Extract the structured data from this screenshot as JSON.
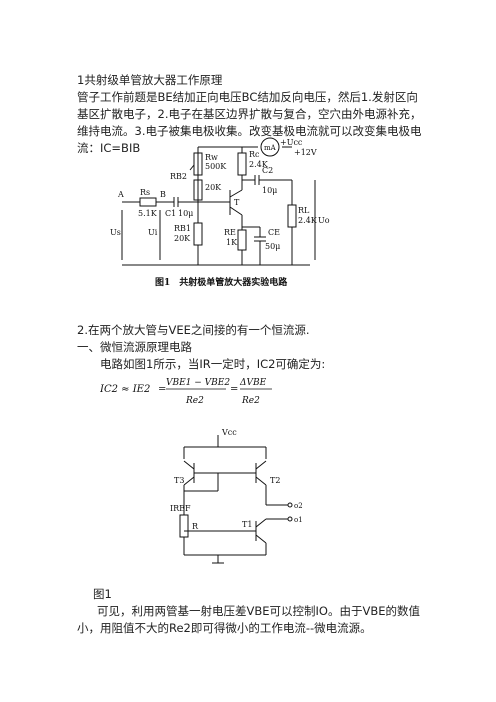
{
  "section1": {
    "title": "1共射级单管放大器工作原理",
    "body": "管子工作前题是BE结加正向电压BC结加反向电压，然后1.发射区向基区扩散电子，2.电子在基区边界扩散与复合，空穴由外电源补充，维持电流。3.电子被集电极收集。改变基极电流就可以改变集电极电流：IC=BIB"
  },
  "figure1": {
    "caption": "图1　共射极单管放大器实验电路",
    "labels": {
      "vcc": "+Ucc",
      "v12": "+12V",
      "ma": "mA",
      "rw": "Rw",
      "rw_val": "500K",
      "rb2": "RB2",
      "r20k": "20K",
      "rc": "Rc",
      "rc_val": "2.4K",
      "c2": "C2",
      "c2_val": "10μ",
      "a": "A",
      "rs": "Rs",
      "rs_val": "5.1K",
      "b": "B",
      "c1": "C1",
      "c1_val": "10μ",
      "t": "T",
      "rb1": "RB1",
      "rb1_val": "20K",
      "re": "RE",
      "re_val": "1K",
      "ce": "CE",
      "ce_val": "50μ",
      "rl": "RL",
      "rl_val": "2.4K",
      "us": "Us",
      "ui": "Ui",
      "uo": "Uo"
    }
  },
  "section2": {
    "heading": "2.在两个放大管与VEE之间接的有一个恒流源.",
    "sub": "一、微恒流源原理电路",
    "body": "电路如图1所示，当IR一定时，IC2可确定为:",
    "formula": {
      "lhs": "IC2 ≈ IE2",
      "num1": "VBE1 − VBE2",
      "den1": "Re2",
      "num2": "ΔVBE",
      "den2": "Re2"
    }
  },
  "figure2": {
    "labels": {
      "vcc": "Vcc",
      "t3": "T3",
      "t2": "T2",
      "iref": "IREF",
      "r": "R",
      "t1": "T1",
      "o1": "o2",
      "o2": "o1"
    },
    "caption": "图1",
    "body": "可见，利用两管基一射电压差VBE可以控制IO。由于VBE的数值小，用阻值不大的Re2即可得微小的工作电流--微电流源。"
  }
}
